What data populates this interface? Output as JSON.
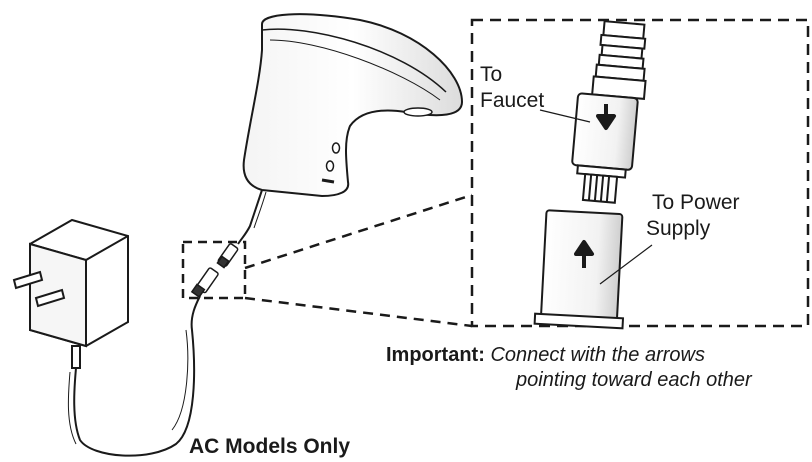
{
  "labels": {
    "to_faucet": [
      "To",
      "Faucet"
    ],
    "to_power_supply": [
      "To Power",
      "Supply"
    ],
    "important_prefix": "Important:",
    "important_text": [
      "Connect with the arrows",
      "pointing toward each other"
    ],
    "caption": "AC Models Only"
  },
  "colors": {
    "ink": "#1a1a1a",
    "background": "#ffffff",
    "shading": "#e8e8e8"
  }
}
